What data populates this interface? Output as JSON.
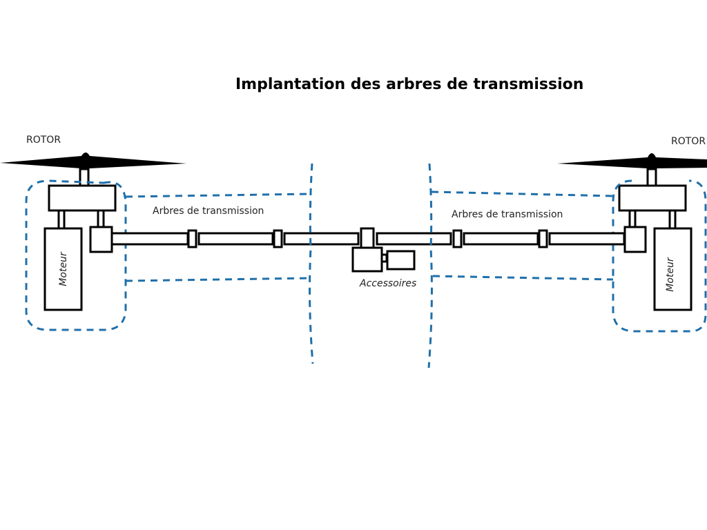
{
  "diagram": {
    "title": "Implantation des arbres de transmission",
    "rotor_left_label": "ROTOR",
    "rotor_right_label": "ROTOR",
    "shaft_left_label": "Arbres de transmission",
    "shaft_right_label": "Arbres de transmission",
    "engine_left_label": "Moteur",
    "engine_right_label": "Moteur",
    "accessories_label": "Accessoires"
  },
  "colors": {
    "line": "#000000",
    "dashed_boundary": "#1f6faa",
    "background": "#ffffff"
  }
}
